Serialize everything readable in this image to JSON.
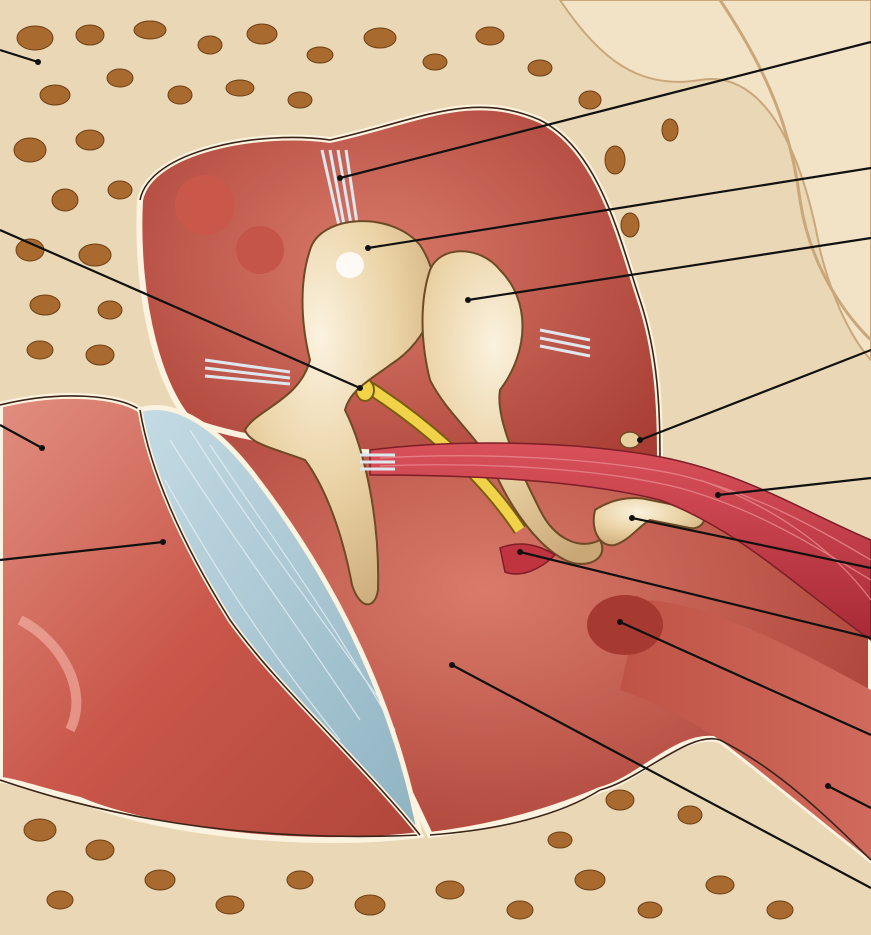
{
  "figure": {
    "colors": {
      "bone": "#ead7b5",
      "bone_shadow": "#c9a77a",
      "bone_hole": "#a86a2e",
      "cavity": "#b84a3d",
      "cavity_light": "#d9786a",
      "ossicle": "#e8cfa0",
      "ossicle_highlight": "#fbf2df",
      "tympanic_membrane": "#a9c6d2",
      "muscle": "#c0343f",
      "nerve": "#f1d34a",
      "ligament": "#cfd9e2",
      "leader_line": "#111111"
    },
    "leaders": [
      {
        "name": "leader-temporal-bone"
      },
      {
        "name": "leader-superior-ligament"
      },
      {
        "name": "leader-malleus-head"
      },
      {
        "name": "leader-incus"
      },
      {
        "name": "leader-chorda-tympani"
      },
      {
        "name": "leader-stapes"
      },
      {
        "name": "leader-external-canal"
      },
      {
        "name": "leader-tensor-tympani"
      },
      {
        "name": "leader-tympanic-membrane"
      },
      {
        "name": "leader-auditory-tube"
      },
      {
        "name": "leader-stapedius"
      },
      {
        "name": "leader-round-window"
      },
      {
        "name": "leader-tympanic-cavity"
      },
      {
        "name": "leader-tube-lumen"
      }
    ]
  }
}
